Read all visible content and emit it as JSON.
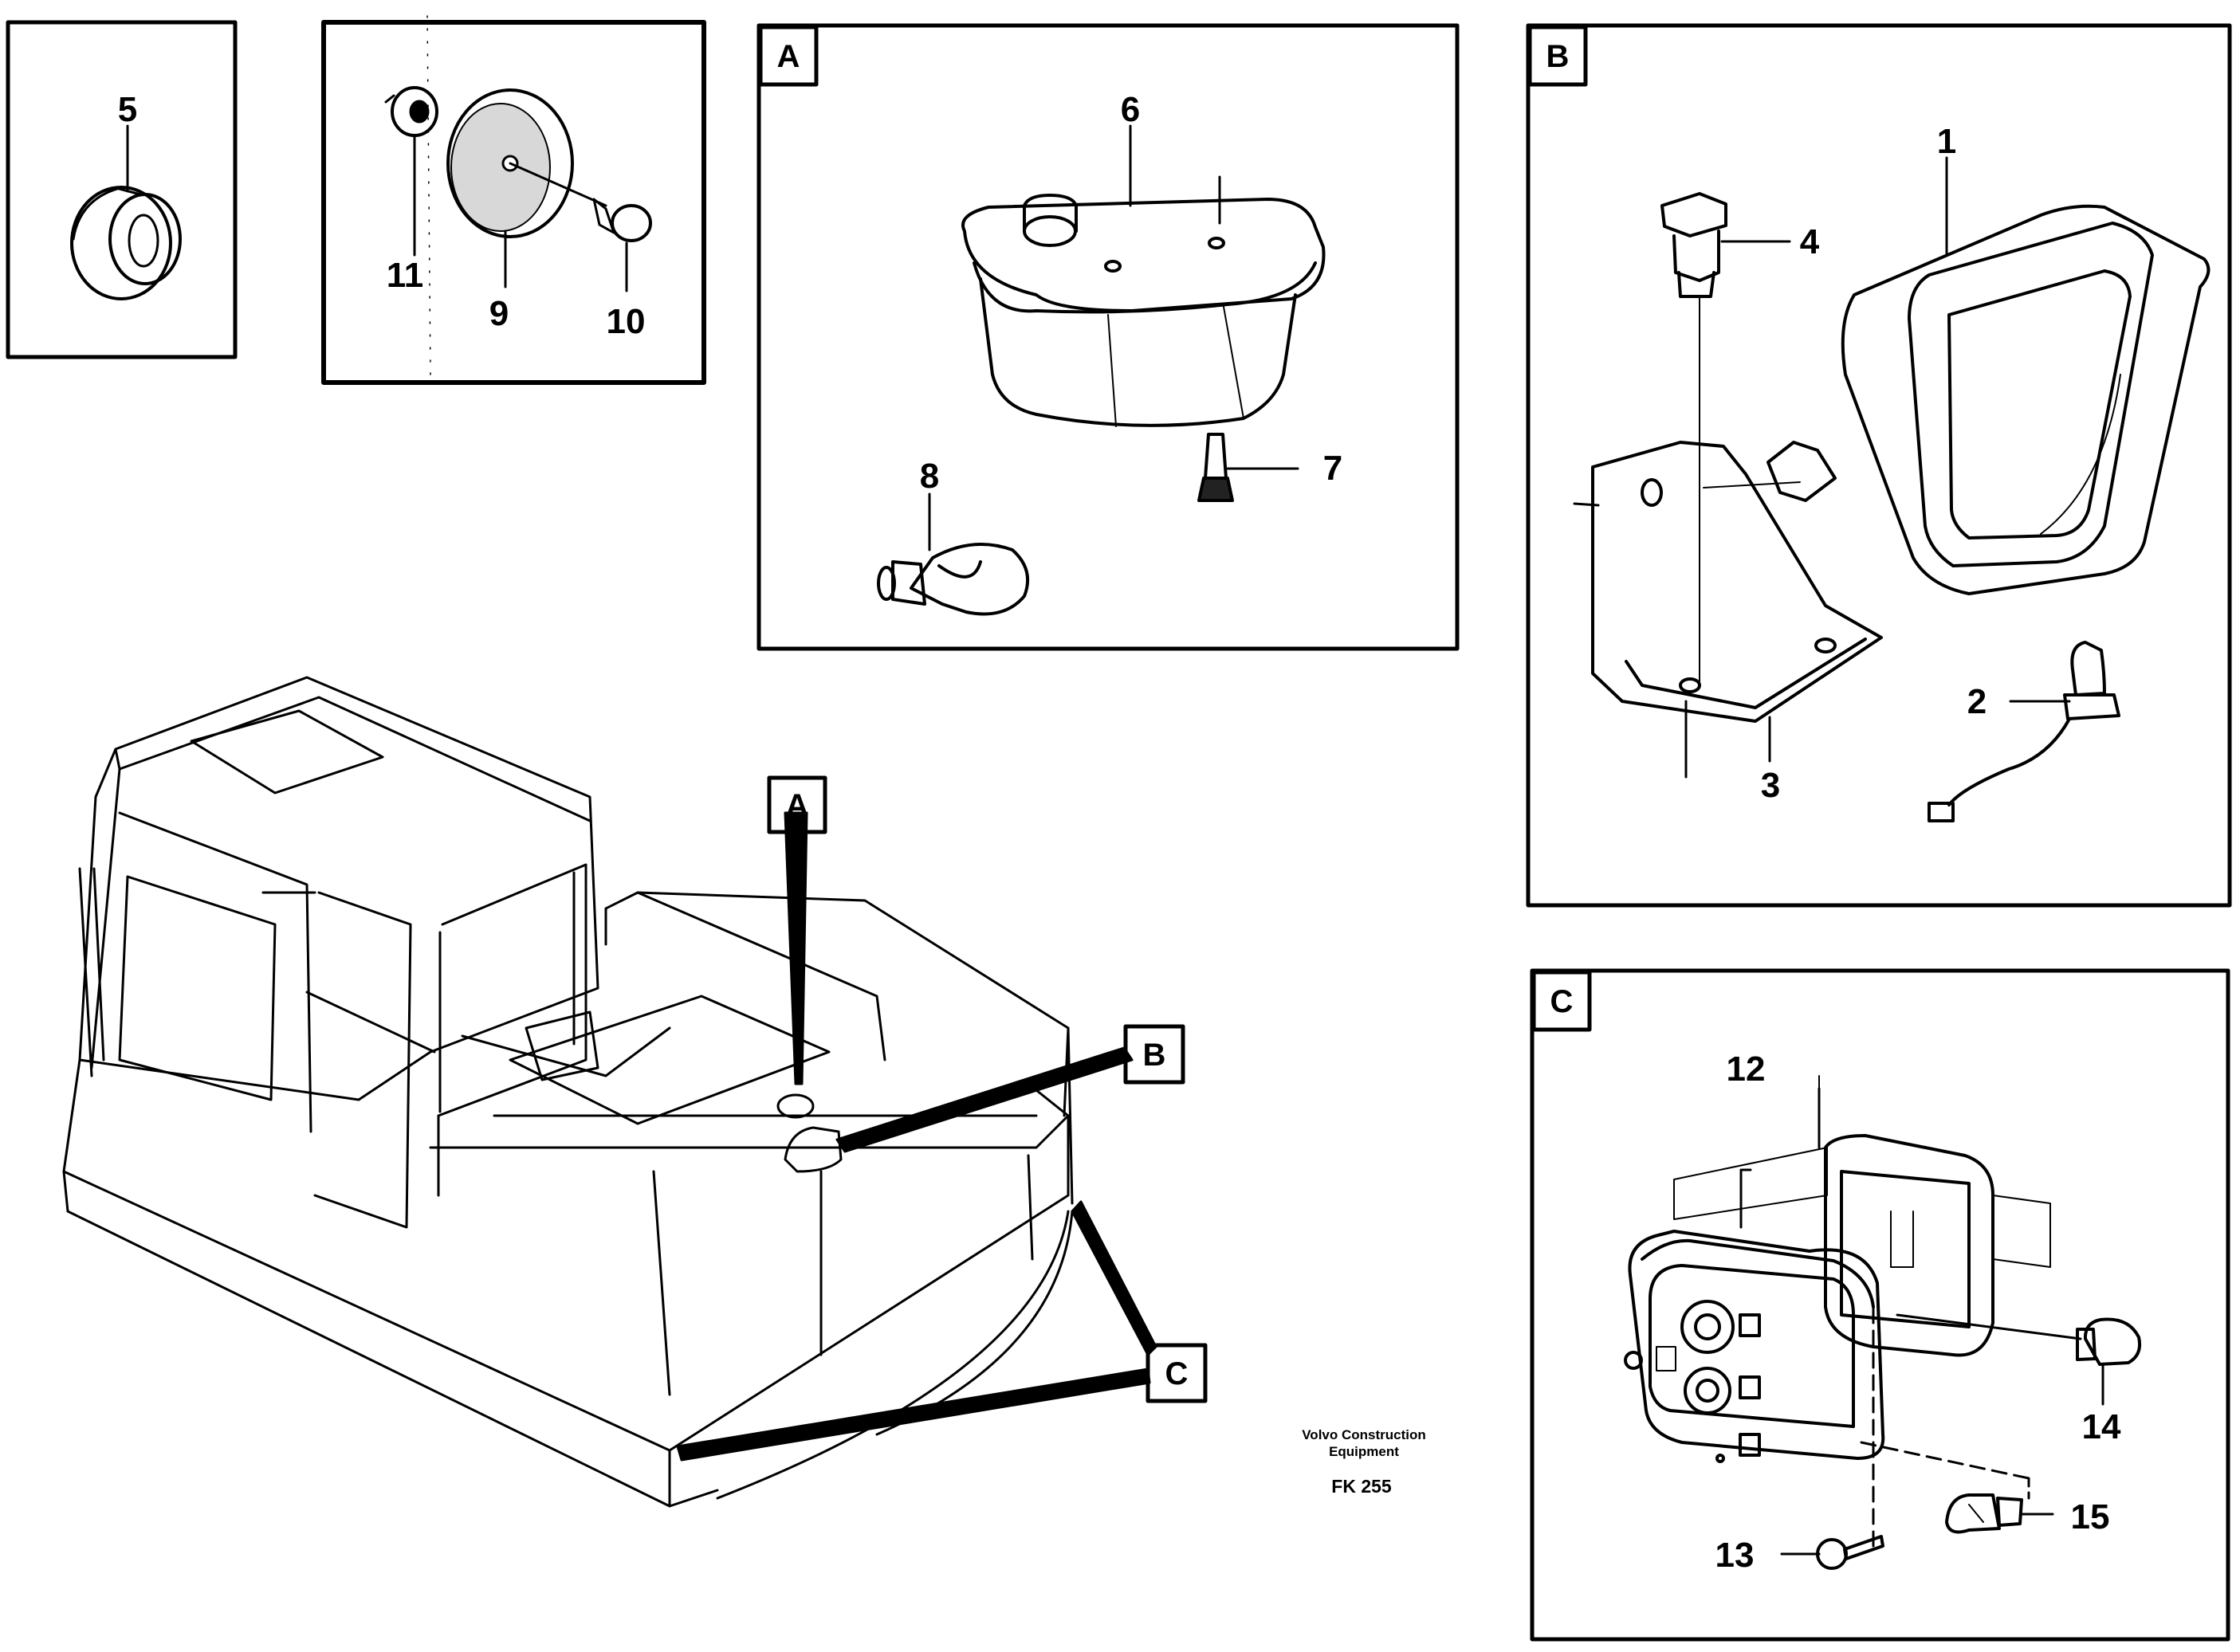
{
  "callouts": {
    "p1": "1",
    "p2": "2",
    "p3": "3",
    "p4": "4",
    "p5": "5",
    "p6": "6",
    "p7": "7",
    "p8": "8",
    "p9": "9",
    "p10": "10",
    "p11": "11",
    "p12": "12",
    "p13": "13",
    "p14": "14",
    "p15": "15"
  },
  "detail_tags": {
    "a": "A",
    "b": "B",
    "c": "C"
  },
  "credit": {
    "line1": "Volvo Construction",
    "line2": "Equipment"
  },
  "figure_code": "FK 255",
  "icons": [
    "grommet",
    "reflector",
    "nut",
    "screw",
    "lamp-housing",
    "bulb",
    "work-light",
    "bracket",
    "bolt",
    "bulb-holder",
    "tail-light",
    "excavator-body"
  ],
  "colors": {
    "ink": "#000000",
    "paper": "#ffffff"
  }
}
